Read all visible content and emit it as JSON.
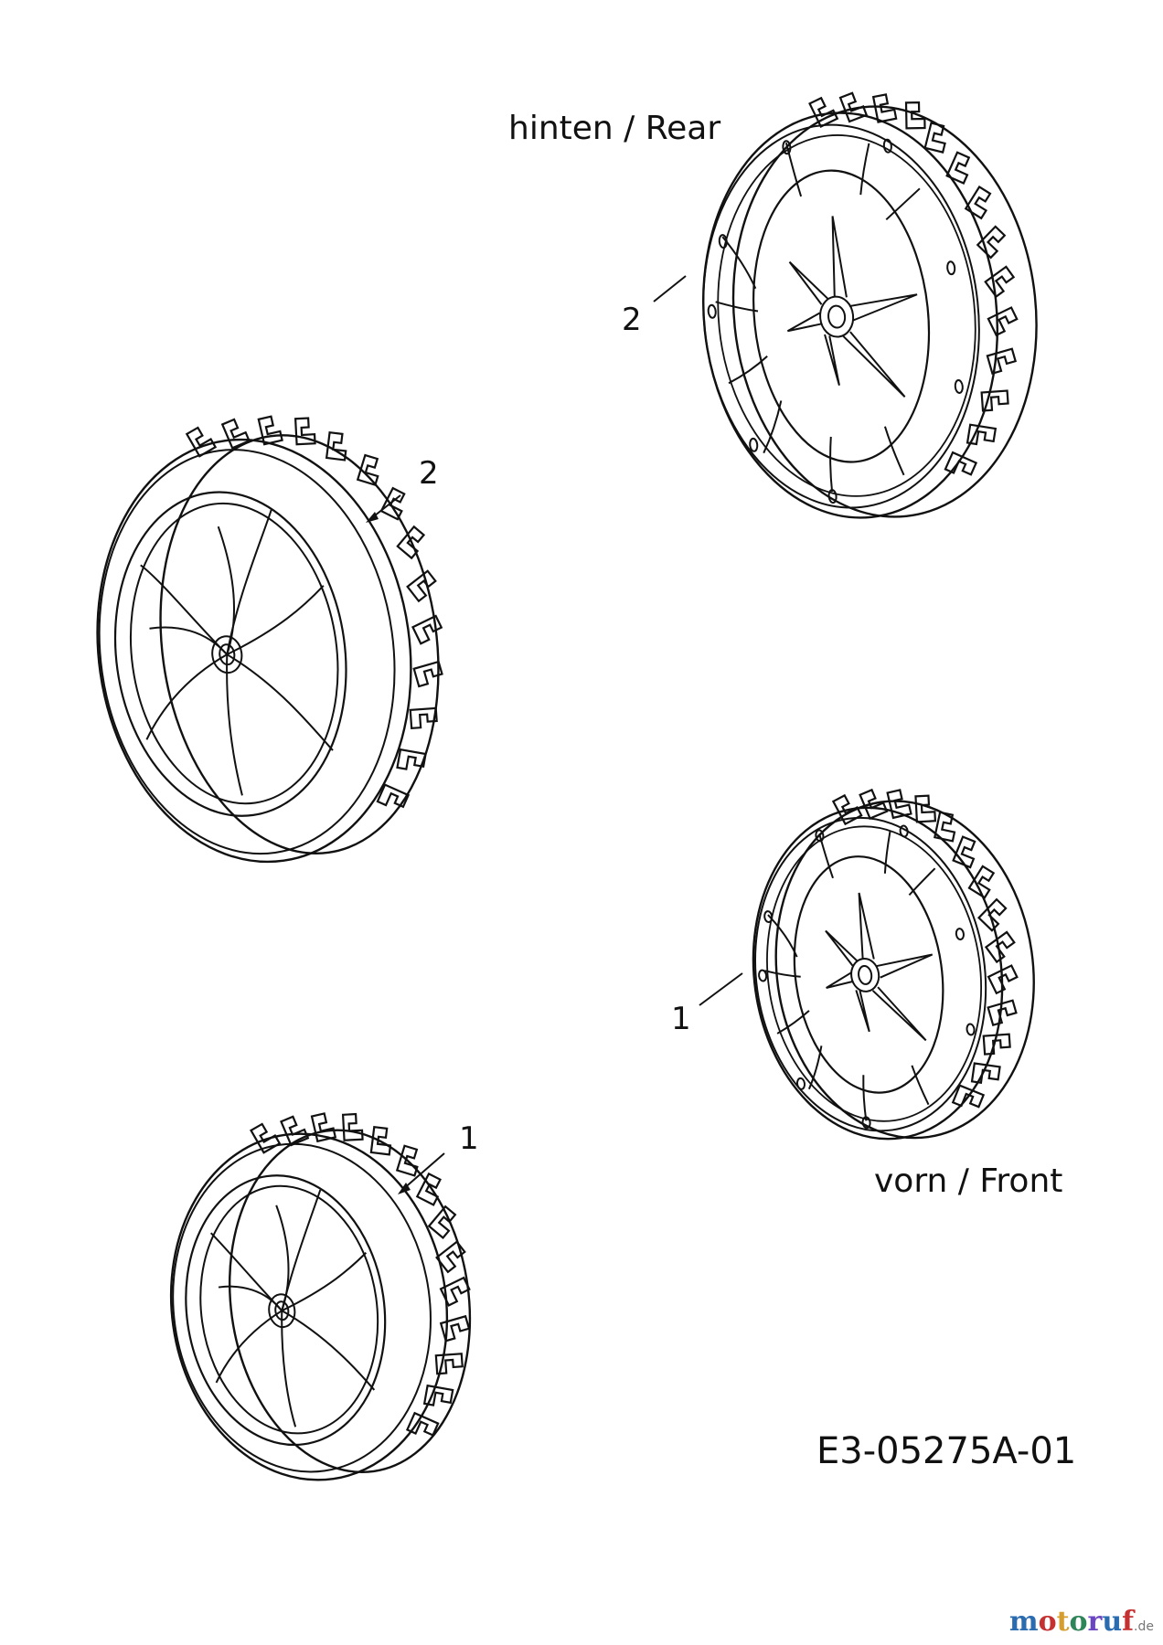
{
  "labels": {
    "rear": "hinten / Rear",
    "front": "vorn / Front",
    "drawing_number": "E3-05275A-01"
  },
  "callouts": {
    "rear_inner": "2",
    "rear_outer": "2",
    "front_inner": "1",
    "front_outer": "1"
  },
  "watermark": {
    "text": "motoruf",
    "suffix": ".de",
    "colors": [
      "#2b6cb0",
      "#c53030",
      "#d69e2e",
      "#2f855a",
      "#6b46c1"
    ]
  },
  "colors": {
    "line": "#111111",
    "background": "#ffffff"
  }
}
